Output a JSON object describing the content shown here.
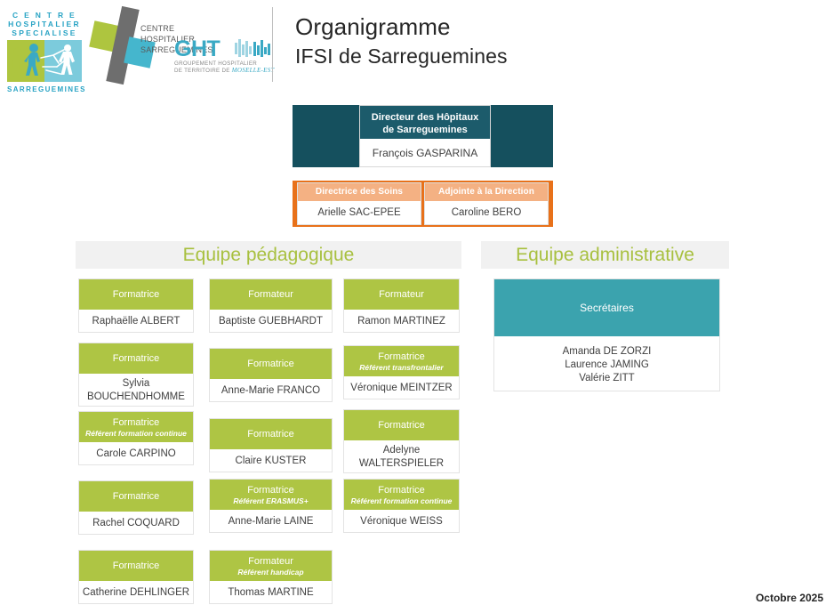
{
  "header": {
    "title_main": "Organigramme",
    "title_sub": "IFSI de Sarreguemines",
    "logos": {
      "chs": {
        "line1": "C E N T R E",
        "line2": "HOSPITALIER",
        "line3": "SPECIALISE",
        "line4": "SARREGUEMINES"
      },
      "ch": {
        "line1": "CENTRE",
        "line2": "HOSPITALIER",
        "line3": "SARREGUEMINES"
      },
      "ght": {
        "word": "GHT",
        "sub1": "GROUPEMENT HOSPITALIER",
        "sub2": "DE TERRITOIRE DE",
        "script": "moselle-est"
      }
    }
  },
  "director": {
    "role": "Directeur des Hôpitaux de Sarreguemines",
    "role_line1": "Directeur des Hôpitaux",
    "role_line2": "de Sarreguemines",
    "name": "François GASPARINA"
  },
  "direction_row": [
    {
      "role": "Directrice des Soins",
      "name": "Arielle SAC-EPEE"
    },
    {
      "role": "Adjointe à la Direction",
      "name": "Caroline BERO"
    }
  ],
  "sections": {
    "pedagogique": "Equipe pédagogique",
    "administrative": "Equipe administrative"
  },
  "pedagogique": {
    "columns": [
      [
        {
          "role": "Formatrice",
          "ref": "",
          "name": "Raphaëlle ALBERT"
        },
        {
          "role": "Formatrice",
          "ref": "",
          "name": "Sylvia BOUCHENDHOMME"
        },
        {
          "role": "Formatrice",
          "ref": "Référent formation continue",
          "name": "Carole CARPINO"
        },
        {
          "role": "Formatrice",
          "ref": "",
          "name": "Rachel COQUARD"
        },
        {
          "role": "Formatrice",
          "ref": "",
          "name": "Catherine DEHLINGER"
        }
      ],
      [
        {
          "role": "Formateur",
          "ref": "",
          "name": "Baptiste GUEBHARDT"
        },
        {
          "role": "Formatrice",
          "ref": "",
          "name": "Anne-Marie FRANCO"
        },
        {
          "role": "Formatrice",
          "ref": "",
          "name": "Claire KUSTER"
        },
        {
          "role": "Formatrice",
          "ref": "Référent ERASMUS+",
          "name": "Anne-Marie LAINE"
        },
        {
          "role": "Formateur",
          "ref": "Référent handicap",
          "name": "Thomas MARTINE"
        }
      ],
      [
        {
          "role": "Formateur",
          "ref": "",
          "name": "Ramon MARTINEZ"
        },
        {
          "role": "Formatrice",
          "ref": "Référent transfrontalier",
          "name": "Véronique MEINTZER"
        },
        {
          "role": "Formatrice",
          "ref": "",
          "name": "Adelyne WALTERSPIELER"
        },
        {
          "role": "Formatrice",
          "ref": "Référent formation continue",
          "name": "Véronique WEISS"
        }
      ]
    ]
  },
  "administrative": {
    "card": {
      "role": "Secrétaires",
      "names": [
        "Amanda DE ZORZI",
        "Laurence JAMING",
        "Valérie ZITT"
      ]
    }
  },
  "footer": {
    "date": "Octobre 2025"
  },
  "colors": {
    "green": "#aec544",
    "teal_dark": "#15505e",
    "teal_light": "#3ba3ae",
    "orange": "#e8711a",
    "orange_light": "#f4b183",
    "banner_bg": "#f1f1f1",
    "banner_text": "#a8c03f"
  }
}
